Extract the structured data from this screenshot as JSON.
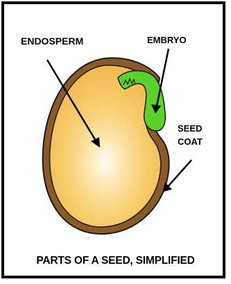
{
  "labels": {
    "endosperm": "ENDOSPERM",
    "embryo": "EMBRYO",
    "seed_coat_line1": "SEED",
    "seed_coat_line2": "COAT"
  },
  "caption": "PARTS OF A SEED, SIMPLIFIED",
  "colors": {
    "seed_coat": "#8a5a2b",
    "endosperm": "#f6c25a",
    "endosperm_center": "#fffdf3",
    "embryo": "#5cd12c",
    "outline": "#1b1b1b",
    "frame": "#000000"
  }
}
